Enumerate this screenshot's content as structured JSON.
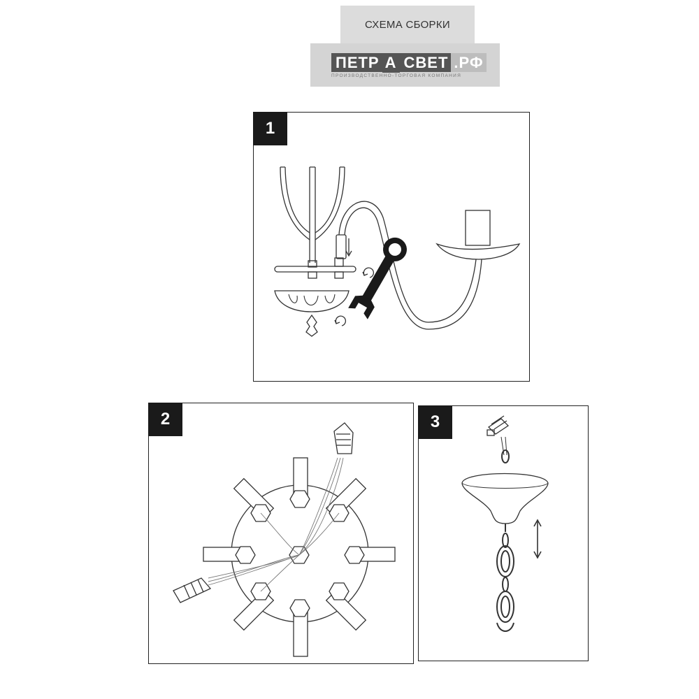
{
  "header": {
    "title": "СХЕМА СБОРКИ",
    "logo": {
      "part1": "ПЕТР",
      "part2": "А",
      "part3": "СВЕТ",
      "part4": ".РФ",
      "tagline": "производственно-торговая компания"
    }
  },
  "panels": [
    {
      "number": "1",
      "description": "arm attachment with nut, wrench and finial"
    },
    {
      "number": "2",
      "description": "wire connection to central hub with eight arms"
    },
    {
      "number": "3",
      "description": "canopy and chain height adjustment"
    }
  ]
}
